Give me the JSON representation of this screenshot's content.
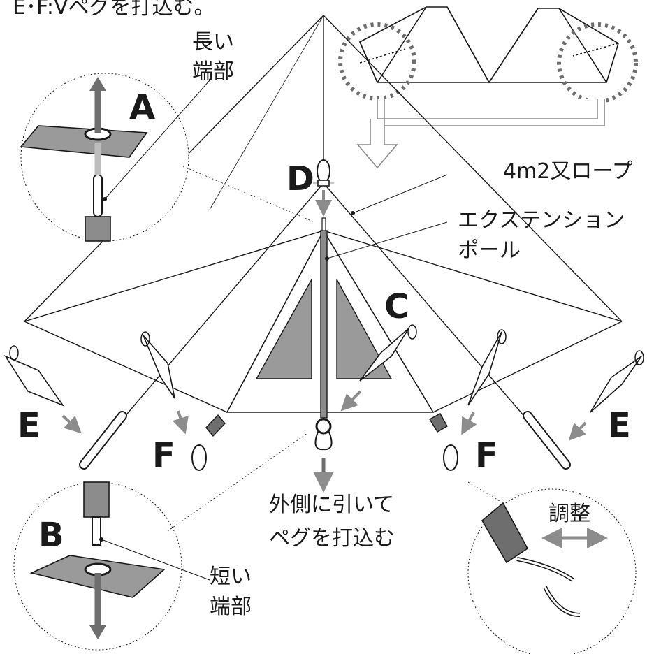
{
  "header_text": "E･F:Vペグを打込む。",
  "labels": {
    "A": "A",
    "B": "B",
    "C": "C",
    "D": "D",
    "E_left": "E",
    "E_right": "E",
    "F_left": "F",
    "F_right": "F"
  },
  "callouts": {
    "long_end_1": "長い",
    "long_end_2": "端部",
    "short_end_1": "短い",
    "short_end_2": "端部",
    "rope": "4m2又ロープ",
    "pole_1": "エクステンション",
    "pole_2": "ポール",
    "pull_1": "外側に引いて",
    "pull_2": "ペグを打込む",
    "adjust": "調整"
  },
  "colors": {
    "line": "#1a1a1a",
    "gray": "#8c8c8c",
    "light_gray": "#bdbdbd",
    "dark_gray": "#6e6e6e"
  }
}
